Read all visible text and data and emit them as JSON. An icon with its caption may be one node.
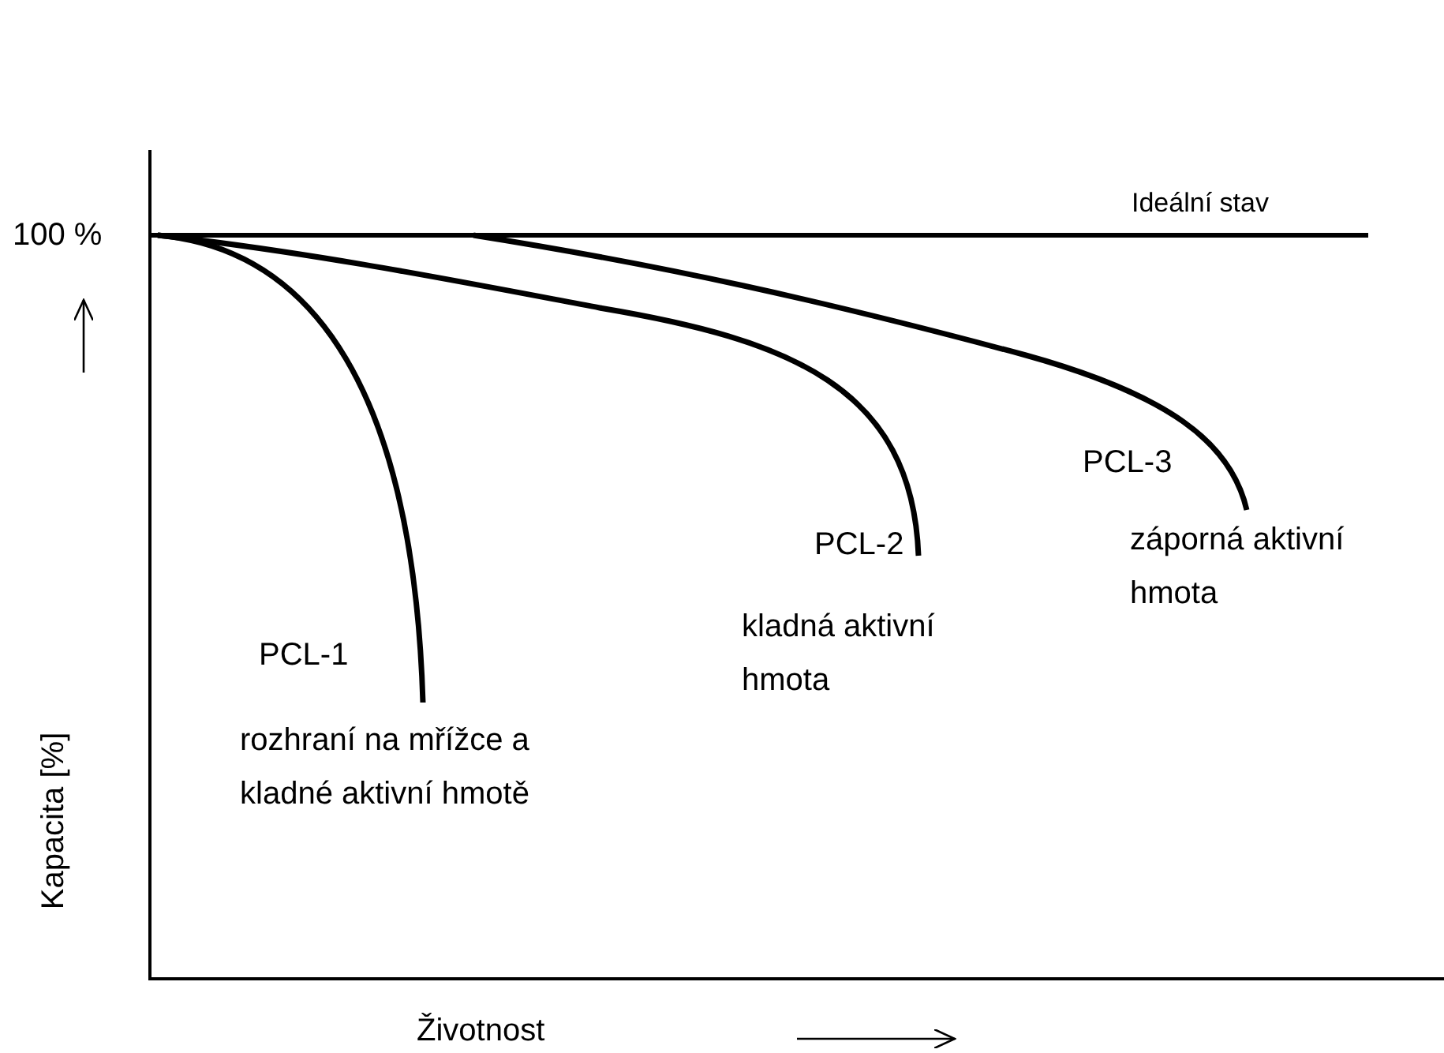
{
  "diagram": {
    "labels": [
      "100 %",
      "Ideální stav",
      "PCL-1",
      "rozhraní na mřížce a kladné aktivní hmotě",
      "PCL-2",
      "kladná aktivní hmota",
      "PCL-3",
      "záporná aktivní hmota",
      "Kapacita [%]",
      "Životnost"
    ]
  }
}
